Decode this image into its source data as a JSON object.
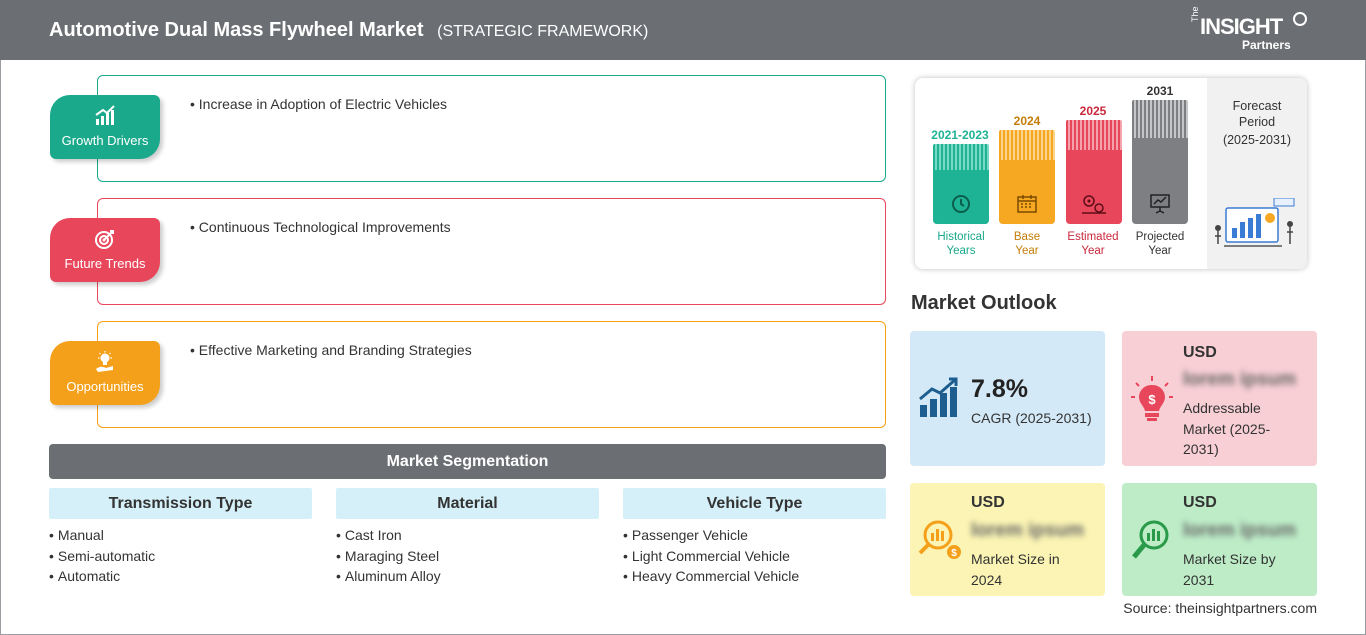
{
  "header": {
    "title": "Automotive Dual Mass Flywheel Market",
    "subtitle": "(STRATEGIC FRAMEWORK)",
    "logo_the": "The",
    "logo_main": "INSIGHT",
    "logo_sub": "Partners"
  },
  "framework": [
    {
      "tag": "Growth Drivers",
      "icon": "growth-chart-icon",
      "color": "#1aa98a",
      "point": "• Increase in Adoption of Electric Vehicles"
    },
    {
      "tag": "Future Trends",
      "icon": "target-icon",
      "color": "#e8475b",
      "point": "• Continuous Technological Improvements"
    },
    {
      "tag": "Opportunities",
      "icon": "lightbulb-hand-icon",
      "color": "#f5a01a",
      "point": "• Effective Marketing and Branding Strategies"
    }
  ],
  "segmentation": {
    "title": "Market Segmentation",
    "columns": [
      {
        "heading": "Transmission Type",
        "items": [
          "Manual",
          "Semi-automatic",
          "Automatic"
        ]
      },
      {
        "heading": "Material",
        "items": [
          "Cast Iron",
          "Maraging Steel",
          "Aluminum Alloy"
        ]
      },
      {
        "heading": "Vehicle Type",
        "items": [
          "Passenger Vehicle",
          "Light Commercial Vehicle",
          "Heavy Commercial Vehicle"
        ]
      }
    ]
  },
  "timeline": {
    "bars": [
      {
        "year": "2021-2023",
        "caption_line1": "Historical",
        "caption_line2": "Years",
        "color": "#1db394",
        "icon": "history-clock-icon"
      },
      {
        "year": "2024",
        "caption_line1": "Base",
        "caption_line2": "Year",
        "color": "#f7a823",
        "icon": "calendar-icon"
      },
      {
        "year": "2025",
        "caption_line1": "Estimated",
        "caption_line2": "Year",
        "color": "#e8475b",
        "icon": "gears-icon"
      },
      {
        "year": "2031",
        "caption_line1": "Projected",
        "caption_line2": "Year",
        "color": "#7d7f82",
        "icon": "presentation-icon"
      }
    ],
    "forecast_line1": "Forecast",
    "forecast_line2": "Period",
    "forecast_line3": "(2025-2031)"
  },
  "outlook": {
    "title": "Market Outlook",
    "cagr_value": "7.8%",
    "cagr_label": "CAGR (2025-2031)",
    "addressable": {
      "currency": "USD",
      "value": "lorem ipsum",
      "line1": "Addressable",
      "line2": "Market (2025-",
      "line3": "2031)"
    },
    "size_2024": {
      "currency": "USD",
      "value": "lorem ipsum",
      "line1": "Market Size in",
      "line2": "2024"
    },
    "size_2031": {
      "currency": "USD",
      "value": "lorem ipsum",
      "line1": "Market Size by",
      "line2": "2031"
    }
  },
  "source": "Source: theinsightpartners.com"
}
